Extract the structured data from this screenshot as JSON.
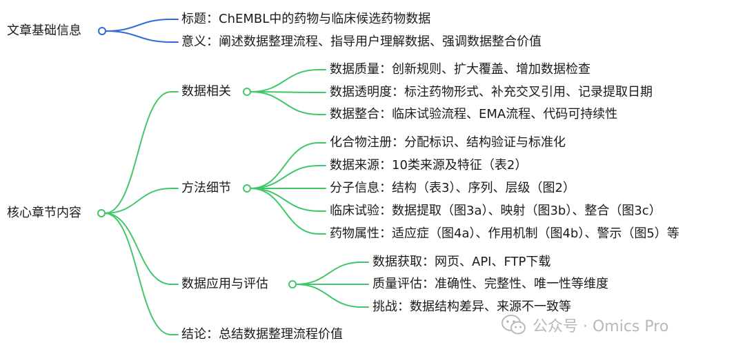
{
  "mindmap": {
    "root1": {
      "label": "文章基础信息",
      "children": [
        "标题：ChEMBL中的药物与临床候选药物数据",
        "意义：阐述数据整理流程、指导用户理解数据、强调数据整合价值"
      ]
    },
    "root2": {
      "label": "核心章节内容",
      "branches": [
        {
          "label": "数据相关",
          "children": [
            "数据质量：创新规则、扩大覆盖、增加数据检查",
            "数据透明度：标注药物形式、补充交叉引用、记录提取日期",
            "数据整合：临床试验流程、EMA流程、代码可持续性"
          ]
        },
        {
          "label": "方法细节",
          "children": [
            "化合物注册：分配标识、结构验证与标准化",
            "数据来源：10类来源及特征（表2）",
            "分子信息：结构（表3）、序列、层级（图2）",
            "临床试验：数据提取（图3a）、映射（图3b）、整合（图3c）",
            "药物属性：适应症（图4a）、作用机制（图4b）、警示（图5）等"
          ]
        },
        {
          "label": "数据应用与评估",
          "children": [
            "数据获取：网页、API、FTP下载",
            "质量评估：准确性、完整性、唯一性等维度",
            "挑战：数据结构差异、来源不一致等"
          ]
        },
        {
          "label": "结论：总结数据整理流程价值",
          "children": []
        }
      ]
    }
  },
  "colors": {
    "blue": "#2f6bd8",
    "green": "#3ec86a",
    "text": "#1a1a1a",
    "watermark": "#b8b8b8"
  },
  "watermark": {
    "text": "公众号 · Omics Pro",
    "icon": "wechat-icon"
  }
}
